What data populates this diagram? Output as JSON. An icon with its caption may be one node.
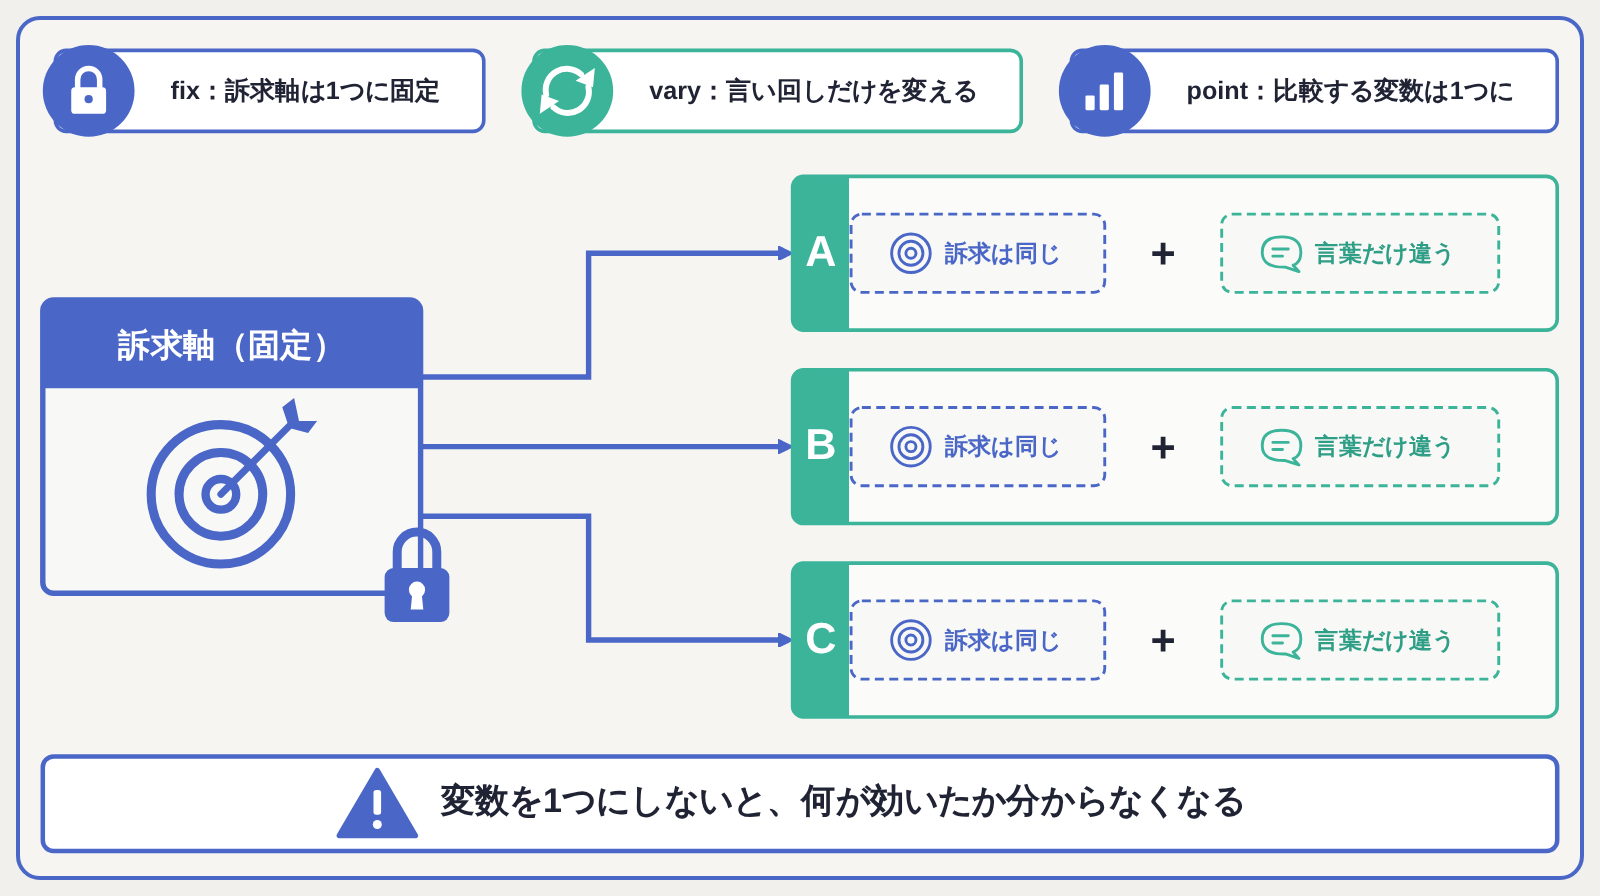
{
  "diagram": {
    "nodes": [
      {
        "text": [
          "fix：訴求軸は1つに固定"
        ]
      },
      {
        "text": [
          "vary：言い回しだけを変える"
        ]
      },
      {
        "text": [
          "point：比較する変数は1つに"
        ]
      },
      {
        "text": [
          "訴求軸（固定）"
        ]
      },
      {
        "text": [
          "A"
        ]
      },
      {
        "text": [
          "訴求は同じ"
        ],
        "in": 4
      },
      {
        "text": [
          "言葉だけ違う"
        ],
        "in": 4
      },
      {
        "text": [
          "B"
        ]
      },
      {
        "text": [
          "訴求は同じ"
        ],
        "in": 7
      },
      {
        "text": [
          "言葉だけ違う"
        ],
        "in": 7
      },
      {
        "text": [
          "C"
        ]
      },
      {
        "text": [
          "訴求は同じ"
        ],
        "in": 10
      },
      {
        "text": [
          "言葉だけ違う"
        ],
        "in": 10
      },
      {
        "text": [
          "変数を1つにしないと、何が効いたか分からなくなる"
        ]
      }
    ],
    "edges": [
      {
        "from": 3,
        "to": 4,
        "arrow": "to"
      },
      {
        "from": 3,
        "to": 7,
        "arrow": "to"
      },
      {
        "from": 3,
        "to": 10,
        "arrow": "to"
      }
    ],
    "labels": [
      "+",
      "+",
      "+"
    ]
  }
}
